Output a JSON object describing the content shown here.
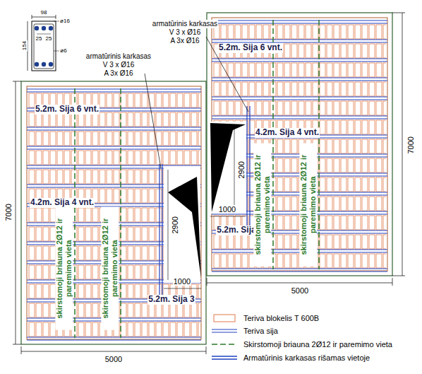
{
  "diagram": {
    "nodes": [
      {
        "text": [
          "5.2m. Sija 6 vnt.",
          "4.2m. Sija 4 vnt.",
          "skirstomoji briauna 2Ø12 ir paremimo vieta",
          "skirstomoji briauna 2Ø12 ir paremimo vieta",
          "2900",
          "1000",
          "5.2m. Sija 3"
        ]
      },
      {
        "text": [
          "5.2m. Sija 6 vnt.",
          "4.2m. Sija 4 vnt.",
          "2900",
          "1000",
          "5.2m. Sija 3",
          "skirstomoji briauna 2Ø12 ir paremimo vieta",
          "skirstomoji briauna 2Ø12 ir paremimo vieta"
        ]
      }
    ],
    "labels": [
      "98",
      "ø16",
      "25",
      "25",
      "154",
      "ø6",
      "armatūrinis karkasas",
      "V 3 x Ø16",
      "A 3x Ø16",
      "armatūrinis karkasas",
      "V 3 x Ø16",
      "A 3x Ø16",
      "7000",
      "5000",
      "7000",
      "5000"
    ],
    "legend": [
      {
        "text": "Teriva blokelis T 600B"
      },
      {
        "text": "Teriva sija"
      },
      {
        "text": "Skirstomoji briauna 2Ø12 ir paremimo vieta"
      },
      {
        "text": "Armatūrinis karkasas rišamas vietoje"
      }
    ]
  }
}
